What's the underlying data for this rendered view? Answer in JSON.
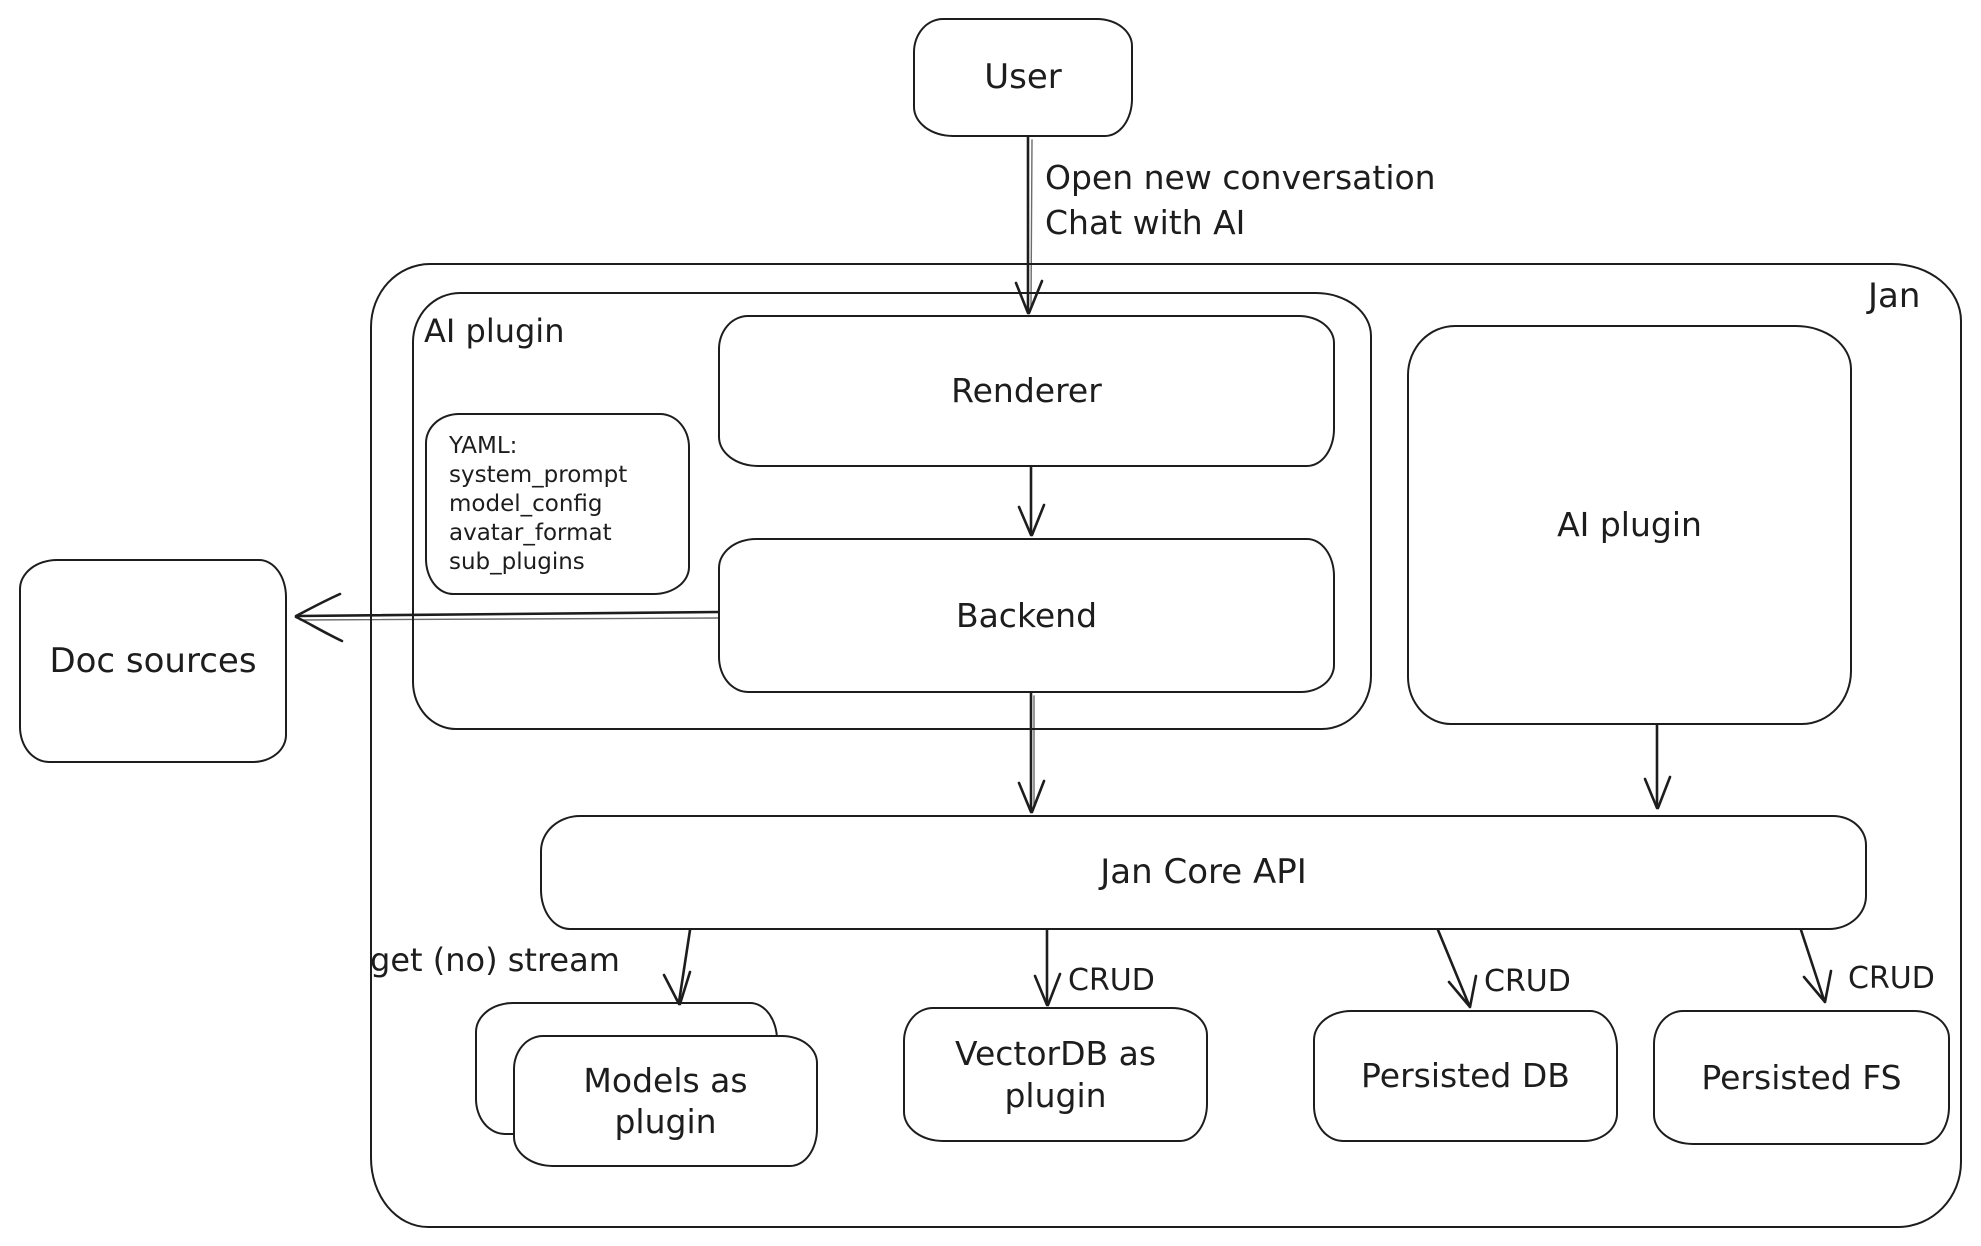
{
  "diagram": {
    "background": "#ffffff",
    "stroke_color": "#1d1d1d",
    "nodes": {
      "user": {
        "label": "User"
      },
      "jan_container": {
        "label": "Jan"
      },
      "ai_plugin_left": {
        "label": "AI plugin"
      },
      "renderer": {
        "label": "Renderer"
      },
      "backend": {
        "label": "Backend"
      },
      "yaml_note": {
        "lines": [
          "YAML:",
          "system_prompt",
          "model_config",
          "avatar_format",
          "sub_plugins"
        ]
      },
      "ai_plugin_right": {
        "label": "AI plugin"
      },
      "doc_sources": {
        "label": "Doc sources"
      },
      "jan_core_api": {
        "label": "Jan Core API"
      },
      "models_plugin": {
        "lines": [
          "Models as",
          "plugin"
        ]
      },
      "vectordb_plugin": {
        "lines": [
          "VectorDB as",
          "plugin"
        ]
      },
      "persisted_db": {
        "label": "Persisted DB"
      },
      "persisted_fs": {
        "label": "Persisted FS"
      }
    },
    "edge_labels": {
      "user_to_renderer": {
        "lines": [
          "Open new conversation",
          "Chat with AI"
        ]
      },
      "get_no_stream": "get (no) stream",
      "crud_vectordb": "CRUD",
      "crud_persisted_db": "CRUD",
      "crud_persisted_fs": "CRUD"
    }
  }
}
